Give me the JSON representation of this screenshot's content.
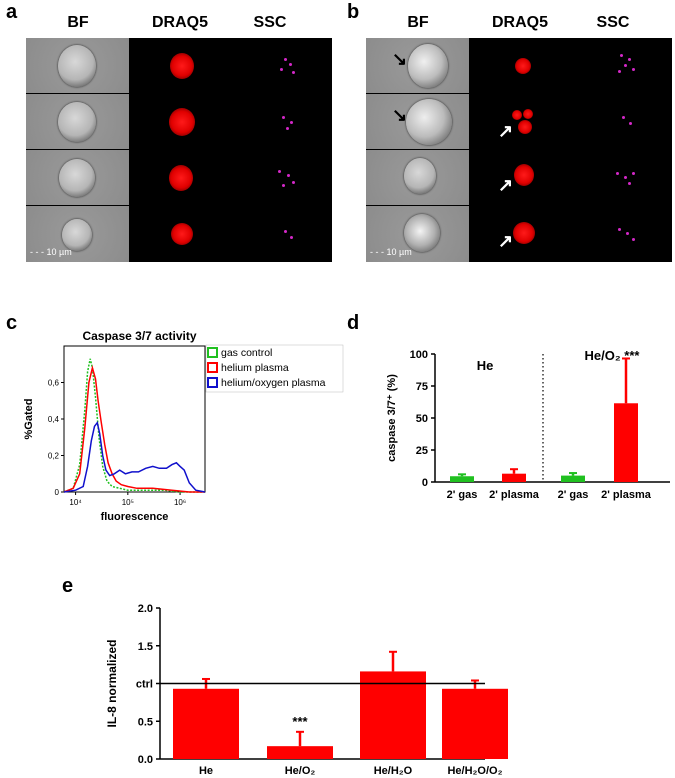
{
  "panel_letters": {
    "a": "a",
    "b": "b",
    "c": "c",
    "d": "d",
    "e": "e"
  },
  "image_panels": {
    "columns": [
      "BF",
      "DRAQ5",
      "SSC"
    ],
    "scale_bar": "10 µm"
  },
  "colors": {
    "red": "#ff0000",
    "green": "#20c020",
    "blue": "#1010cc",
    "magenta": "#d428c8"
  },
  "chart_data": [
    {
      "id": "c",
      "type": "line",
      "title": "Caspase 3/7 activity",
      "xlabel": "fluorescence",
      "ylabel": "%Gated",
      "x_scale": "log",
      "xticks": [
        "10⁴",
        "10⁵",
        "10⁶"
      ],
      "xtick_values": [
        10000,
        100000,
        1000000
      ],
      "yticks": [
        "0",
        "0,2",
        "0,4",
        "0,6"
      ],
      "ytick_values": [
        0,
        0.2,
        0.4,
        0.6
      ],
      "ylim": [
        0,
        0.8
      ],
      "xlim": [
        6000,
        3000000
      ],
      "legend_position": "top-right",
      "series": [
        {
          "name": "gas control",
          "color": "#20c020",
          "style": "dotted",
          "x": [
            6000,
            9000,
            12000,
            15000,
            17000,
            19000,
            21000,
            24000,
            28000,
            33000,
            40000,
            50000,
            70000,
            100000,
            200000,
            500000,
            1000000,
            3000000
          ],
          "y": [
            0,
            0.02,
            0.15,
            0.45,
            0.66,
            0.73,
            0.68,
            0.52,
            0.3,
            0.14,
            0.06,
            0.03,
            0.02,
            0.01,
            0.01,
            0.01,
            0.0,
            0.0
          ]
        },
        {
          "name": "helium plasma",
          "color": "#ff0000",
          "style": "solid",
          "x": [
            6000,
            9000,
            12000,
            15000,
            18000,
            21000,
            24000,
            27000,
            31000,
            36000,
            42000,
            50000,
            60000,
            75000,
            100000,
            150000,
            300000,
            700000,
            1500000,
            3000000
          ],
          "y": [
            0,
            0.02,
            0.1,
            0.35,
            0.6,
            0.68,
            0.62,
            0.5,
            0.38,
            0.26,
            0.16,
            0.1,
            0.06,
            0.04,
            0.03,
            0.02,
            0.02,
            0.01,
            0.0,
            0.0
          ]
        },
        {
          "name": "helium/oxygen plasma",
          "color": "#1010cc",
          "style": "solid",
          "x": [
            6000,
            10000,
            14000,
            17000,
            20000,
            23000,
            26000,
            29000,
            33000,
            38000,
            45000,
            55000,
            70000,
            90000,
            120000,
            160000,
            220000,
            300000,
            400000,
            550000,
            700000,
            850000,
            1000000,
            1200000,
            1500000,
            2000000,
            3000000
          ],
          "y": [
            0,
            0.01,
            0.03,
            0.14,
            0.28,
            0.36,
            0.38,
            0.32,
            0.2,
            0.12,
            0.09,
            0.1,
            0.12,
            0.1,
            0.11,
            0.11,
            0.13,
            0.14,
            0.13,
            0.13,
            0.15,
            0.16,
            0.14,
            0.12,
            0.05,
            0.01,
            0.0
          ]
        }
      ]
    },
    {
      "id": "d",
      "type": "bar",
      "ylabel": "caspase 3/7⁺ (%)",
      "ylim": [
        0,
        100
      ],
      "yticks": [
        "0",
        "25",
        "50",
        "75",
        "100"
      ],
      "ytick_values": [
        0,
        25,
        50,
        75,
        100
      ],
      "categories": [
        "2' gas",
        "2' plasma",
        "2' gas",
        "2' plasma"
      ],
      "values": [
        4.5,
        6.5,
        5,
        61.5
      ],
      "errors": [
        1.5,
        3.5,
        2,
        35
      ],
      "bar_colors": [
        "#20c020",
        "#ff0000",
        "#20c020",
        "#ff0000"
      ],
      "group_labels": [
        "He",
        "He/O₂ ***"
      ],
      "divider": "dotted"
    },
    {
      "id": "e",
      "type": "bar",
      "ylabel": "IL-8 normalized",
      "ylim": [
        0,
        2.0
      ],
      "yticks": [
        "0.0",
        "0.5",
        "ctrl",
        "1.5",
        "2.0"
      ],
      "ytick_values": [
        0,
        0.5,
        1.0,
        1.5,
        2.0
      ],
      "categories": [
        "He",
        "He/O₂",
        "He/H₂O",
        "He/H₂O/O₂"
      ],
      "values": [
        0.93,
        0.17,
        1.16,
        0.93
      ],
      "errors": [
        0.13,
        0.19,
        0.26,
        0.11
      ],
      "bar_colors": [
        "#ff0000",
        "#ff0000",
        "#ff0000",
        "#ff0000"
      ],
      "reference_line": 1.0,
      "annotations": [
        "",
        "***",
        "",
        ""
      ]
    }
  ]
}
